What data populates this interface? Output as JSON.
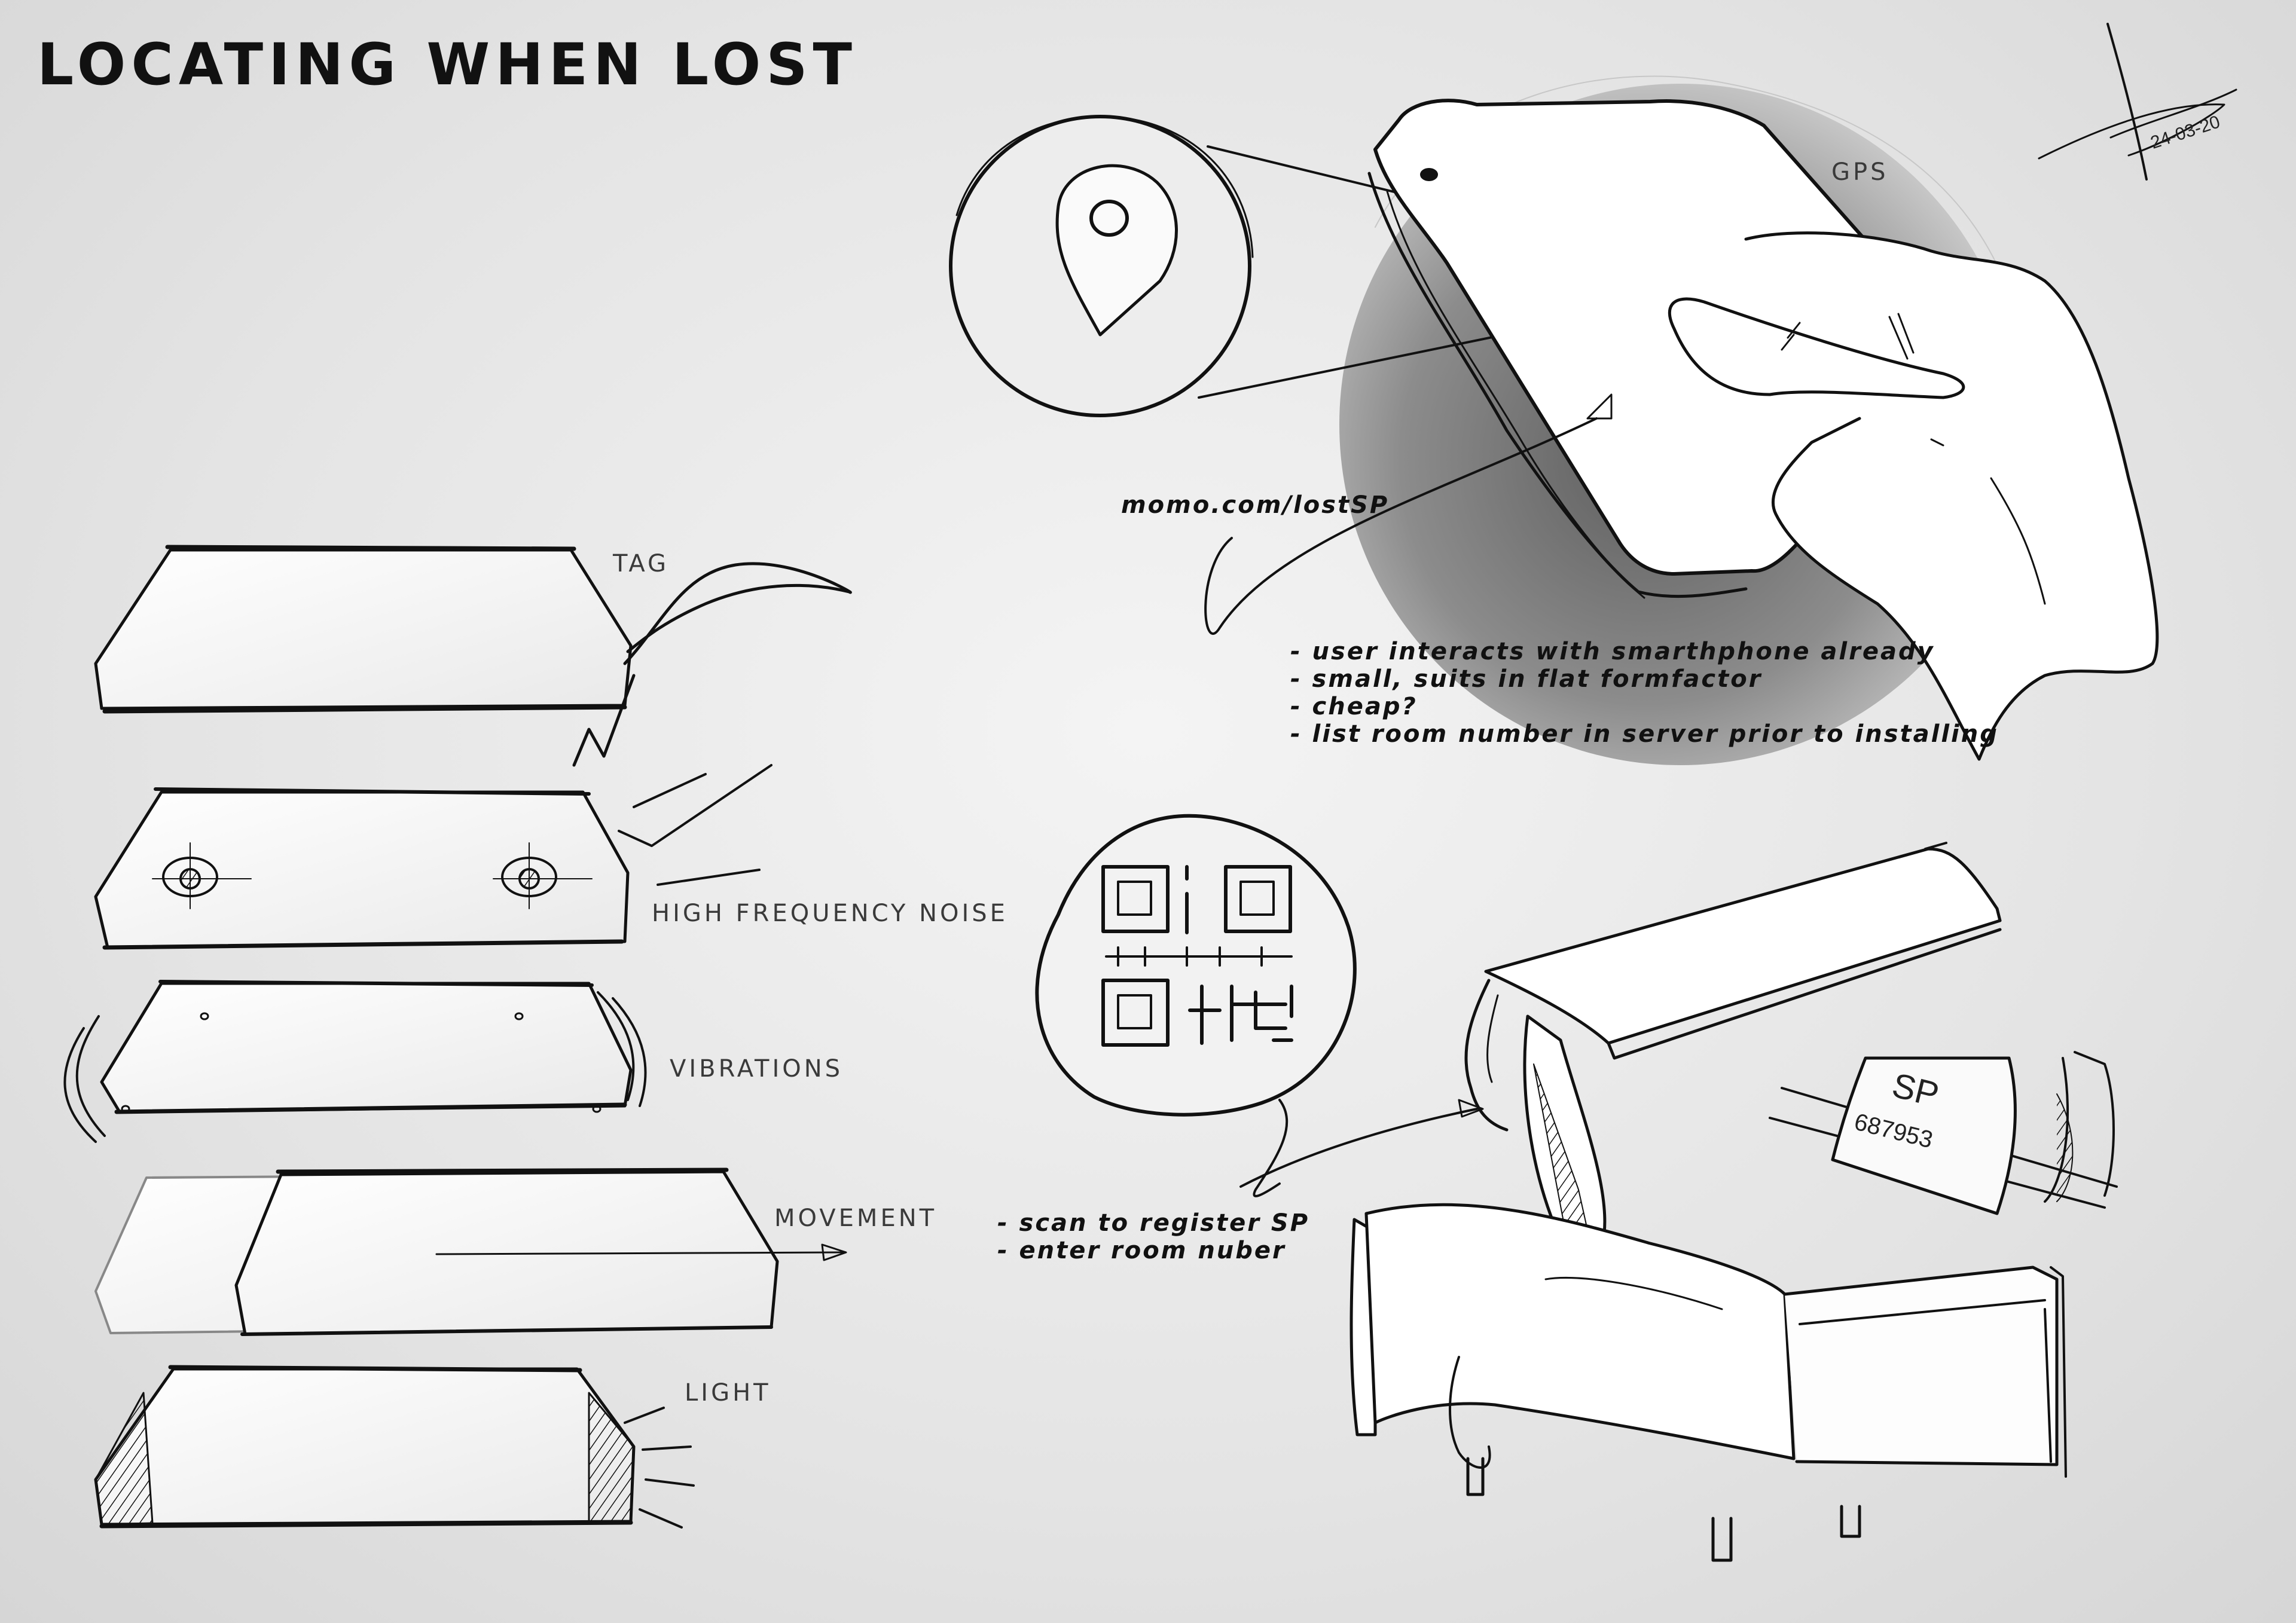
{
  "title": "LOCATING WHEN LOST",
  "methods": [
    {
      "id": "tag",
      "label": "TAG"
    },
    {
      "id": "noise",
      "label": "HIGH FREQUENCY NOISE"
    },
    {
      "id": "vibrations",
      "label": "VIBRATIONS"
    },
    {
      "id": "movement",
      "label": "MOVEMENT"
    },
    {
      "id": "light",
      "label": "LIGHT"
    }
  ],
  "gps": {
    "label": "GPS",
    "url": "momo.com/lostSP",
    "notes": [
      "user interacts with smarthphone already",
      "small, suits in flat formfactor",
      "cheap?",
      "list room number in server prior to installing"
    ]
  },
  "qr": {
    "notes": [
      "scan to register SP",
      "enter room nuber"
    ],
    "tag_text": {
      "line1": "SP",
      "line2": "687953"
    }
  },
  "signature": {
    "date": "24-03-20"
  },
  "colors": {
    "ink": "#111111",
    "shadow": "#8a8a8a",
    "background": "#e6e6e6"
  }
}
